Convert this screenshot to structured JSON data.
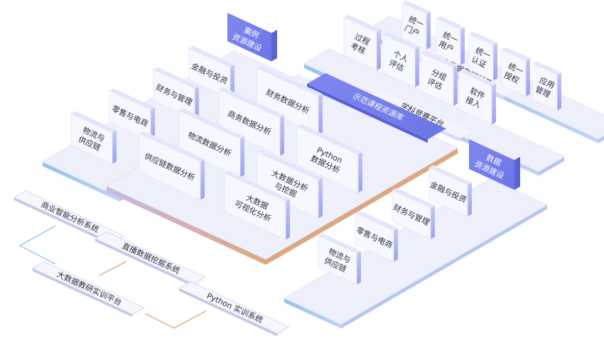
{
  "portal": {
    "title": "大数据教研门户",
    "items": [
      {
        "l1": "统一",
        "l2": "门户"
      },
      {
        "l1": "统一",
        "l2": "用户"
      },
      {
        "l1": "统一",
        "l2": "认证"
      },
      {
        "l1": "统一",
        "l2": "授权"
      },
      {
        "l1": "应用",
        "l2": "管理"
      }
    ]
  },
  "competition": {
    "title": "学科竞赛平台",
    "items": [
      {
        "l1": "过程",
        "l2": "考核"
      },
      {
        "l1": "个人",
        "l2": "评估"
      },
      {
        "l1": "分组",
        "l2": "评估"
      },
      {
        "l1": "软件",
        "l2": "接入"
      }
    ]
  },
  "demo_library": {
    "title": "示范课程资源库",
    "items": [
      {
        "l1": "财务数据分析",
        "l2": ""
      },
      {
        "l1": "商务数据分析",
        "l2": ""
      },
      {
        "l1": "物流数据分析",
        "l2": ""
      },
      {
        "l1": "供应链数据分析",
        "l2": ""
      },
      {
        "l1": "Python",
        "l2": "数据分析"
      },
      {
        "l1": "大数据分析",
        "l2": "与挖掘"
      },
      {
        "l1": "大数据",
        "l2": "可视化分析"
      }
    ]
  },
  "case_resources": {
    "tag_l1": "案例",
    "tag_l2": "资源建设",
    "items": [
      {
        "l1": "金融与投资",
        "l2": ""
      },
      {
        "l1": "财务与管理",
        "l2": ""
      },
      {
        "l1": "零售与电商",
        "l2": ""
      },
      {
        "l1": "物流与",
        "l2": "供应链"
      }
    ]
  },
  "data_resources": {
    "tag_l1": "数据",
    "tag_l2": "资源建设",
    "items": [
      {
        "l1": "金融与投资",
        "l2": ""
      },
      {
        "l1": "财务与管理",
        "l2": ""
      },
      {
        "l1": "零售与电商",
        "l2": ""
      },
      {
        "l1": "物流与",
        "l2": "供应链"
      }
    ]
  },
  "systems": {
    "items": [
      "商业智能分析系统",
      "直播数据挖掘系统",
      "大数据教研实训平台",
      "Python 实训系统"
    ]
  },
  "colors": {
    "platform": "#eef0fb",
    "card": "#f7f8fe",
    "card_side": "#b9bff2",
    "accent": "#7b83ee",
    "blue_edge": "#8dc4f0",
    "orange_edge": "#e0a77b",
    "line": "#dfe2f2"
  }
}
